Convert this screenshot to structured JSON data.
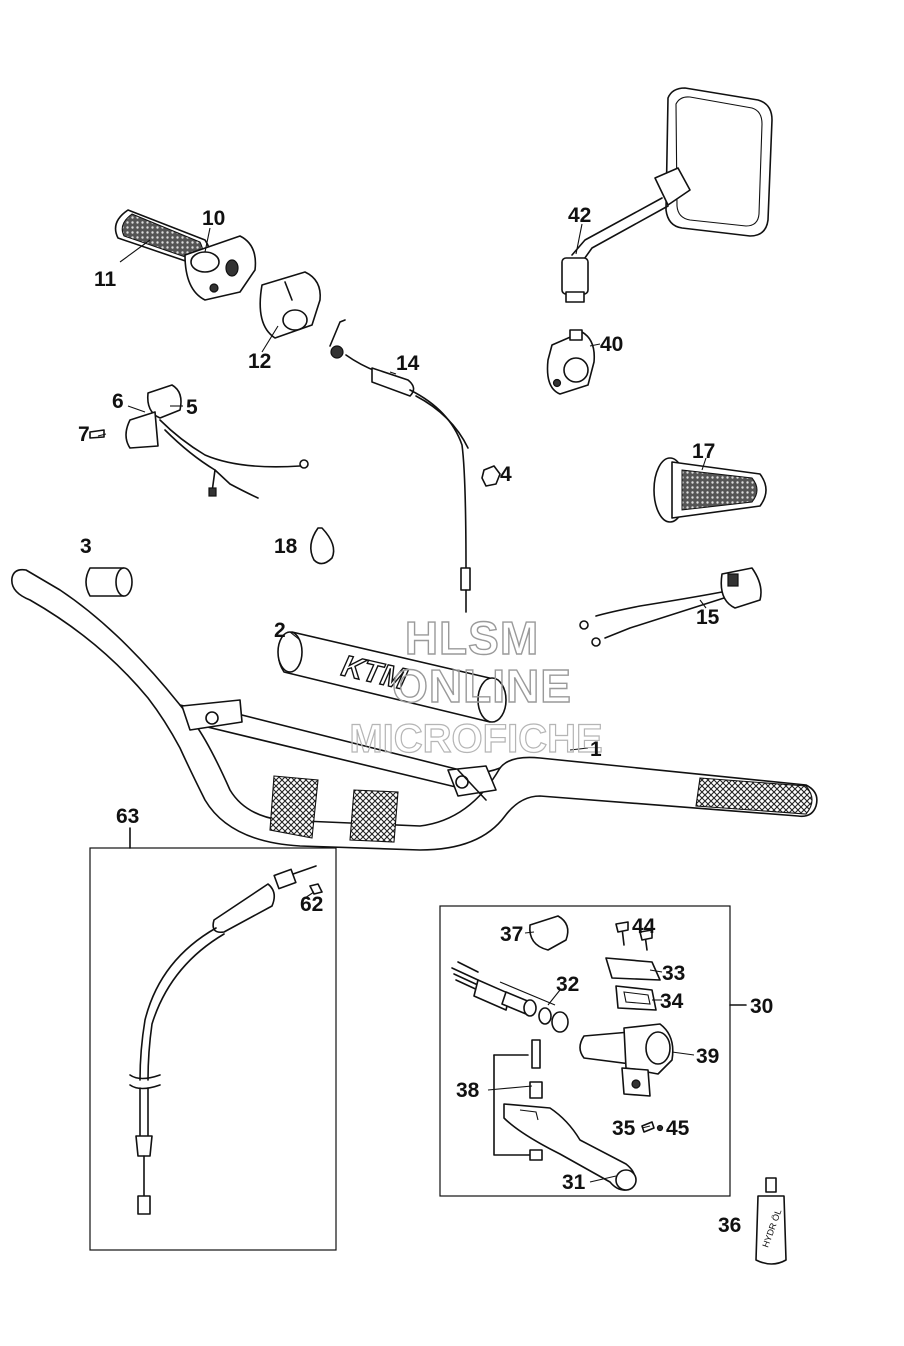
{
  "labels": {
    "p1": "1",
    "p2": "2",
    "p3": "3",
    "p4": "4",
    "p5": "5",
    "p6": "6",
    "p7": "7",
    "p10": "10",
    "p11": "11",
    "p12": "12",
    "p14": "14",
    "p15": "15",
    "p17": "17",
    "p18": "18",
    "p30": "30",
    "p31": "31",
    "p32": "32",
    "p33": "33",
    "p34": "34",
    "p35": "35",
    "p36": "36",
    "p37": "37",
    "p38": "38",
    "p39": "39",
    "p40": "40",
    "p42": "42",
    "p44": "44",
    "p45": "45",
    "p62": "62",
    "p63": "63"
  },
  "watermark": {
    "line1": "HLSM",
    "line2": "ONLINE",
    "line3": "MICROFICHE"
  },
  "pad_logo": "KTM",
  "bottle_label": "HYDR ÖL"
}
